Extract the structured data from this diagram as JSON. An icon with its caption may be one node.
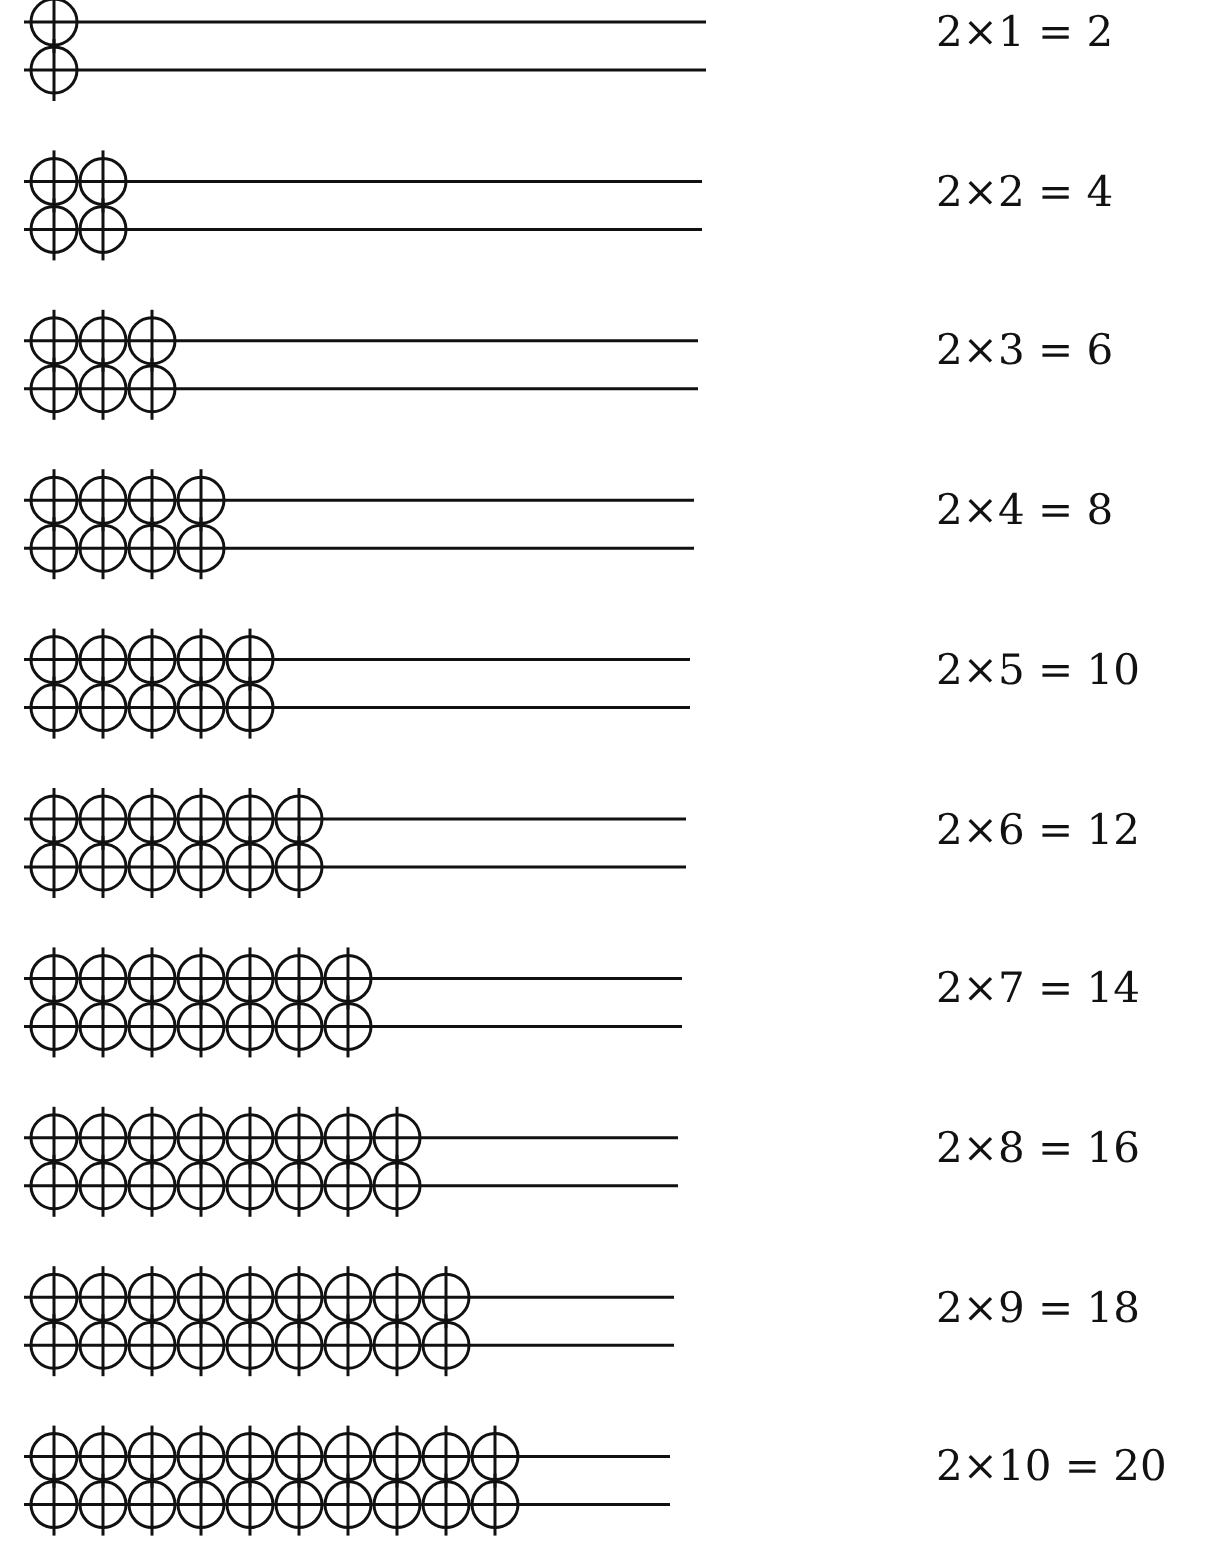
{
  "diagram": {
    "labels": [
      "2×1 = 2",
      "2×2 = 4",
      "2×3 = 6",
      "2×4 = 8",
      "2×5 = 10",
      "2×6 = 12",
      "2×7 = 14",
      "2×8 = 16",
      "2×9 = 18",
      "2×10 = 20"
    ]
  }
}
